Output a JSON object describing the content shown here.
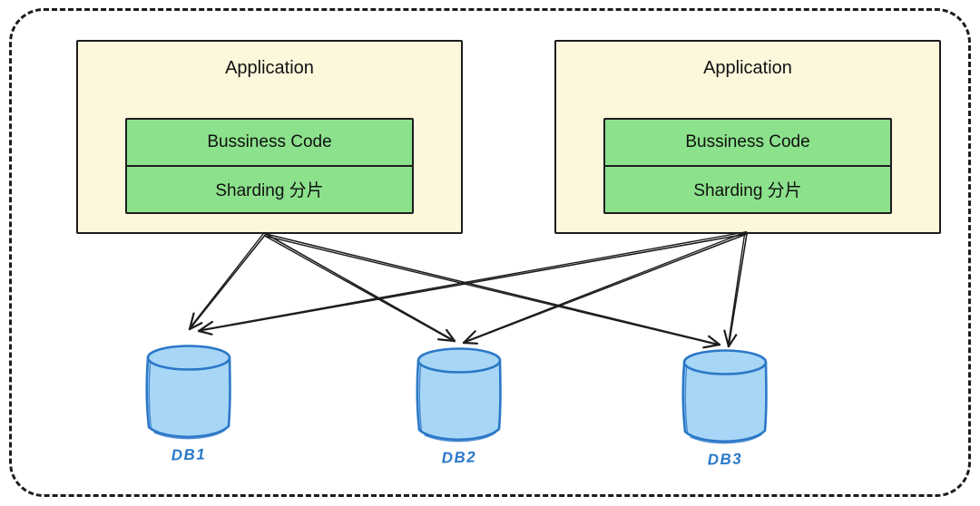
{
  "diagram": {
    "apps": [
      {
        "title": "Application",
        "layers": [
          "Bussiness Code",
          "Sharding 分片"
        ]
      },
      {
        "title": "Application",
        "layers": [
          "Bussiness Code",
          "Sharding 分片"
        ]
      }
    ],
    "databases": [
      {
        "label": "DB1"
      },
      {
        "label": "DB2"
      },
      {
        "label": "DB3"
      }
    ],
    "edges": [
      {
        "from": "app-left",
        "to": "db1"
      },
      {
        "from": "app-left",
        "to": "db2"
      },
      {
        "from": "app-left",
        "to": "db3"
      },
      {
        "from": "app-right",
        "to": "db1"
      },
      {
        "from": "app-right",
        "to": "db2"
      },
      {
        "from": "app-right",
        "to": "db3"
      }
    ],
    "colors": {
      "line": "#1d1d1d",
      "app_fill": "#fdf7dc",
      "layer_fill": "#8ce28c",
      "db_fill": "#a8d6f6",
      "db_stroke": "#2b78c8"
    }
  }
}
